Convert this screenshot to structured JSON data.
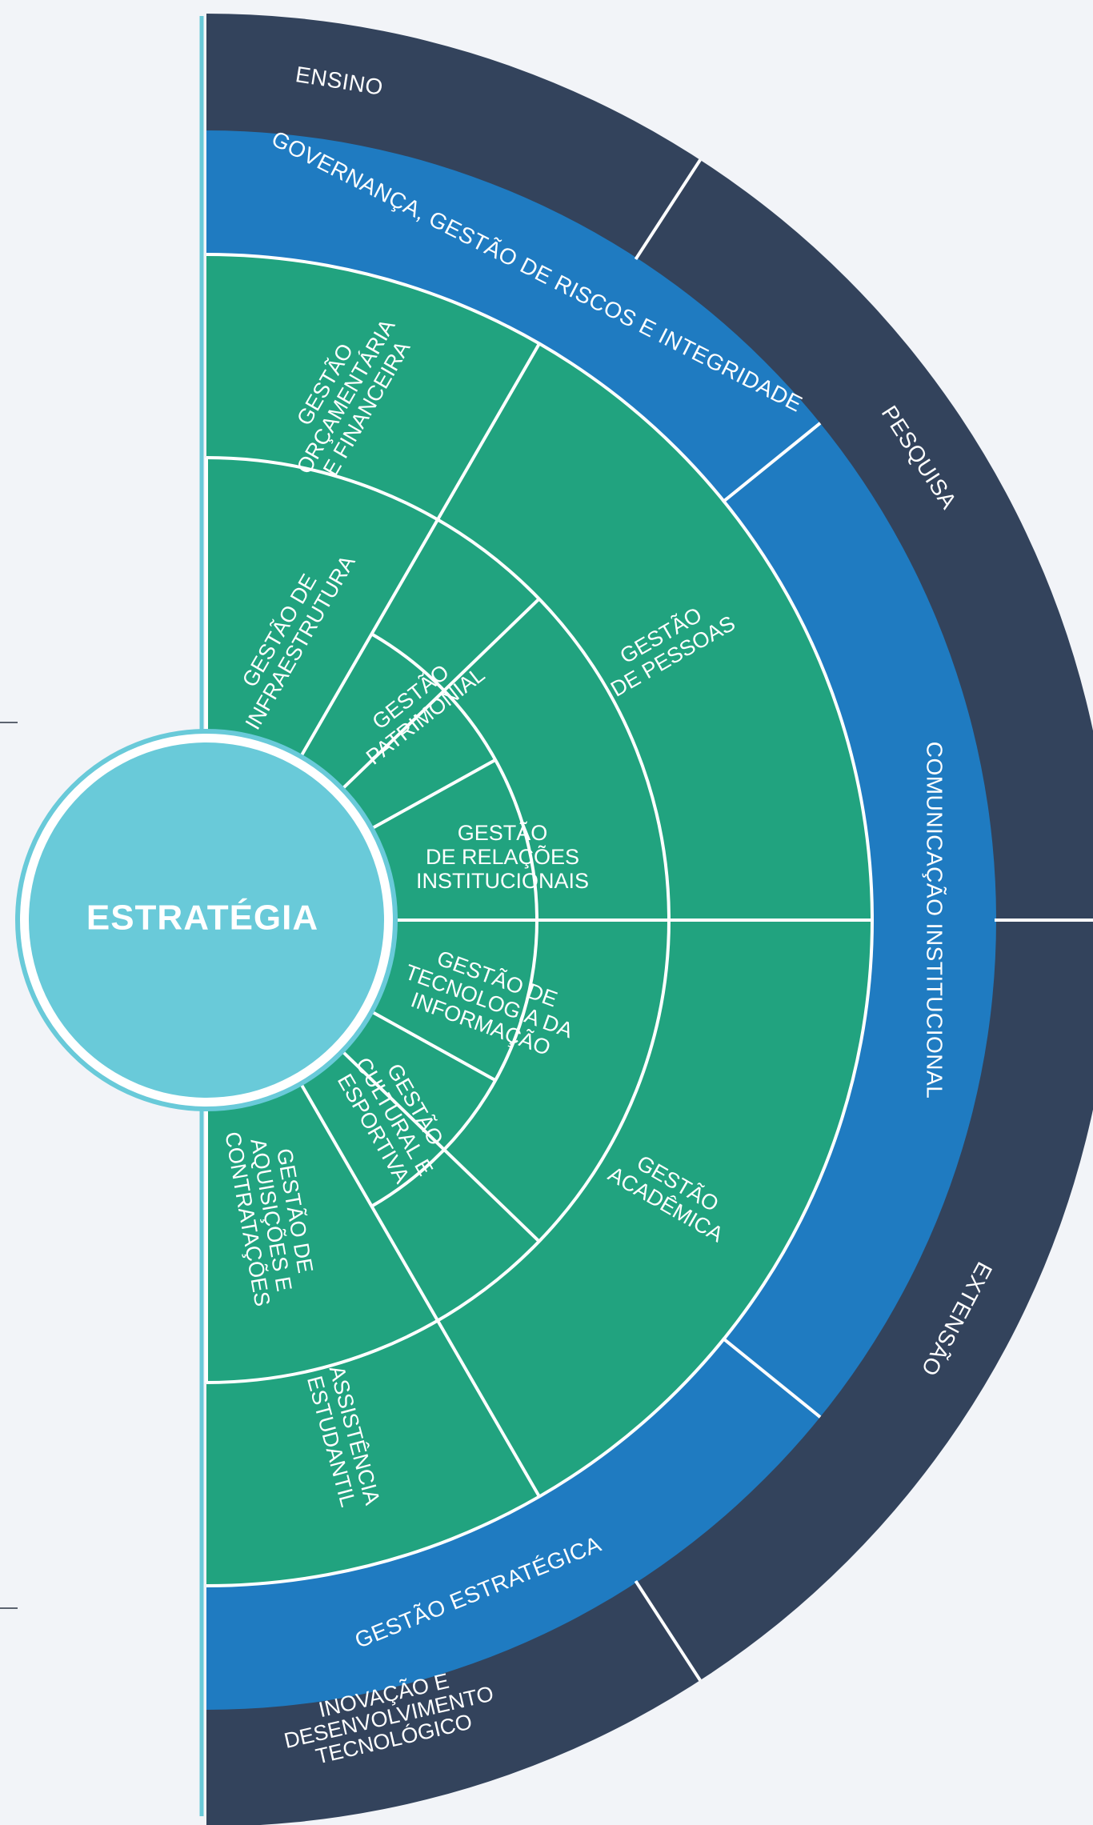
{
  "center": {
    "label": "ESTRATÉGIA"
  },
  "outer_ring": {
    "segments": [
      {
        "label": "ENSINO"
      },
      {
        "label": "PESQUISA"
      },
      {
        "label": "EXTENSÃO"
      },
      {
        "label": "INOVAÇÃO E DESENVOLVIMENTO TECNOLÓGICO"
      }
    ]
  },
  "middle_ring": {
    "segments": [
      {
        "label": "GOVERNANÇA, GESTÃO DE RISCOS E INTEGRIDADE"
      },
      {
        "label": "COMUNICAÇÃO INSTITUCIONAL"
      },
      {
        "label": "GESTÃO ESTRATÉGICA"
      }
    ]
  },
  "inner_sectors": [
    {
      "id": "orcamentaria",
      "lines": [
        "GESTÃO",
        "ORÇAMENTÁRIA",
        "E FINANCEIRA"
      ]
    },
    {
      "id": "infraestrutura",
      "lines": [
        "GESTÃO DE",
        "INFRAESTRUTURA"
      ]
    },
    {
      "id": "patrimonial",
      "lines": [
        "GESTÃO",
        "PATRIMONIAL"
      ]
    },
    {
      "id": "pessoas",
      "lines": [
        "GESTÃO",
        "DE PESSOAS"
      ]
    },
    {
      "id": "relacoes",
      "lines": [
        "GESTÃO",
        "DE RELAÇÕES",
        "INSTITUCIONAIS"
      ]
    },
    {
      "id": "tecnologia",
      "lines": [
        "GESTÃO DE",
        "TECNOLOGIA DA",
        "INFORMAÇÃO"
      ]
    },
    {
      "id": "cultural",
      "lines": [
        "GESTÃO",
        "CULTURAL E",
        "ESPORTIVA"
      ]
    },
    {
      "id": "aquisicoes",
      "lines": [
        "GESTÃO DE",
        "AQUISIÇÕES E",
        "CONTRATAÇÕES"
      ]
    },
    {
      "id": "academica",
      "lines": [
        "GESTÃO",
        "ACADÊMICA"
      ]
    },
    {
      "id": "assistencia",
      "lines": [
        "ASSISTÊNCIA",
        "ESTUDANTIL"
      ]
    }
  ],
  "colors": {
    "outer_ring": "#33435c",
    "middle_ring": "#1f7bc1",
    "inner_ring": "#21a37f",
    "center": "#69cad9",
    "divider": "#ffffff",
    "dashed_outline": "#21a37f",
    "background": "#f2f4f8"
  }
}
